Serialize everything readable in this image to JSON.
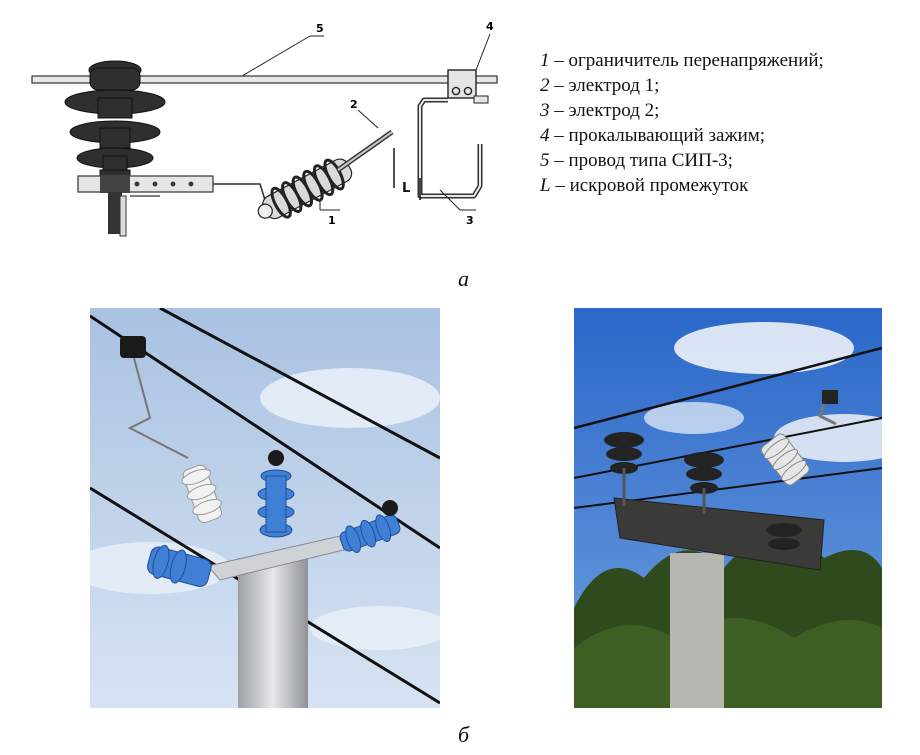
{
  "diagram_a": {
    "callouts": [
      "1",
      "2",
      "3",
      "4",
      "5"
    ],
    "gap_label": "L"
  },
  "legend": [
    {
      "num": "1",
      "text": " – ограничитель перенапряжений;"
    },
    {
      "num": "2",
      "text": " – электрод 1;"
    },
    {
      "num": "3",
      "text": " – электрод 2;"
    },
    {
      "num": "4",
      "text": " – прокалывающий зажим;"
    },
    {
      "num": "5",
      "text": " – провод типа СИП-3;"
    },
    {
      "num": "L",
      "text": " – искровой промежуток"
    }
  ],
  "captions": {
    "a": "а",
    "b": "б"
  },
  "colors": {
    "insulator_dark": "#2b2b2b",
    "insulator_blue": "#3f7fd6",
    "sky_light": "#b9cde6",
    "sky_blue": "#2f6fd0",
    "foliage": "#2f4a1c"
  }
}
